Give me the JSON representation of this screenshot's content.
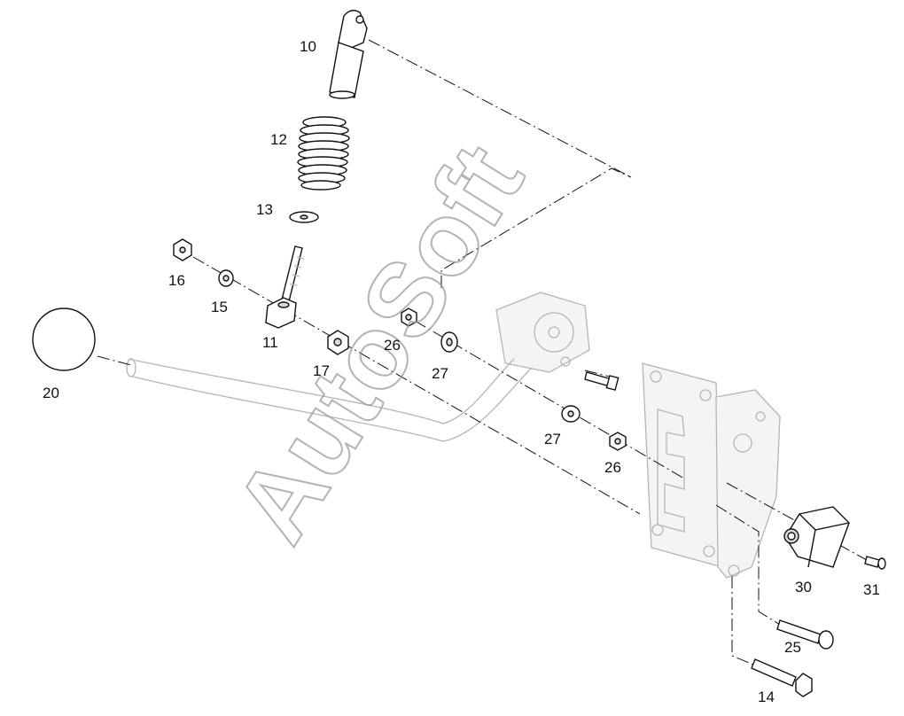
{
  "watermark": "AutoSoft",
  "callouts": [
    {
      "id": "10",
      "text": "10"
    },
    {
      "id": "12",
      "text": "12"
    },
    {
      "id": "13",
      "text": "13"
    },
    {
      "id": "16",
      "text": "16"
    },
    {
      "id": "15",
      "text": "15"
    },
    {
      "id": "11",
      "text": "11"
    },
    {
      "id": "17",
      "text": "17"
    },
    {
      "id": "26a",
      "text": "26"
    },
    {
      "id": "27a",
      "text": "27"
    },
    {
      "id": "20",
      "text": "20"
    },
    {
      "id": "27b",
      "text": "27"
    },
    {
      "id": "26b",
      "text": "26"
    },
    {
      "id": "30",
      "text": "30"
    },
    {
      "id": "31",
      "text": "31"
    },
    {
      "id": "25",
      "text": "25"
    },
    {
      "id": "14",
      "text": "14"
    }
  ],
  "colors": {
    "line": "#111111",
    "ghost": "#b5b5b5",
    "watermark": "#9a9a9a",
    "background": "#ffffff"
  }
}
